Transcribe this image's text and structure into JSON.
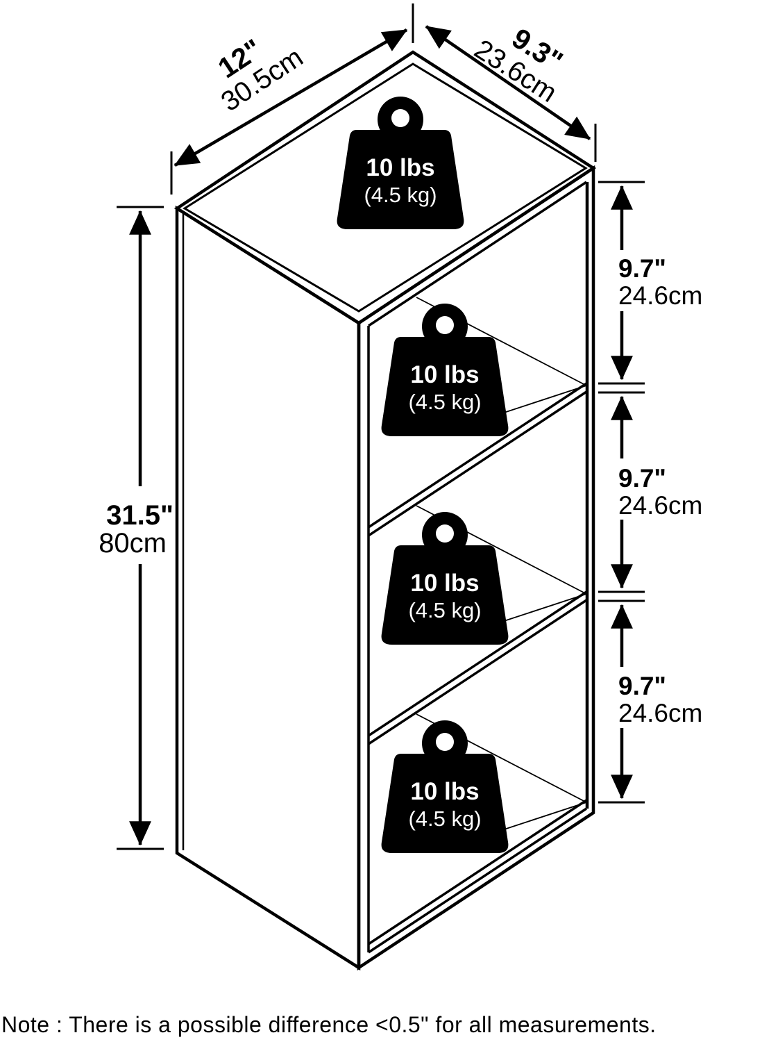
{
  "diagram": {
    "type": "furniture-dimension-line-drawing",
    "product": "3-tier open storage shelf",
    "colors": {
      "line": "#000000",
      "background": "#ffffff",
      "weight_fill": "#000000",
      "weight_text": "#ffffff"
    },
    "dimensions": {
      "width": {
        "inches": "12\"",
        "cm": "30.5cm"
      },
      "depth": {
        "inches": "9.3\"",
        "cm": "23.6cm"
      },
      "height": {
        "inches": "31.5\"",
        "cm": "80cm"
      }
    },
    "shelves": [
      {
        "inches": "9.7\"",
        "cm": "24.6cm"
      },
      {
        "inches": "9.7\"",
        "cm": "24.6cm"
      },
      {
        "inches": "9.7\"",
        "cm": "24.6cm"
      }
    ],
    "weights": [
      {
        "line1": "10 lbs",
        "line2": "(4.5 kg)"
      },
      {
        "line1": "10 lbs",
        "line2": "(4.5 kg)"
      },
      {
        "line1": "10 lbs",
        "line2": "(4.5 kg)"
      },
      {
        "line1": "10 lbs",
        "line2": "(4.5 kg)"
      }
    ],
    "note": "Note : There is a possible difference <0.5\" for all measurements."
  }
}
